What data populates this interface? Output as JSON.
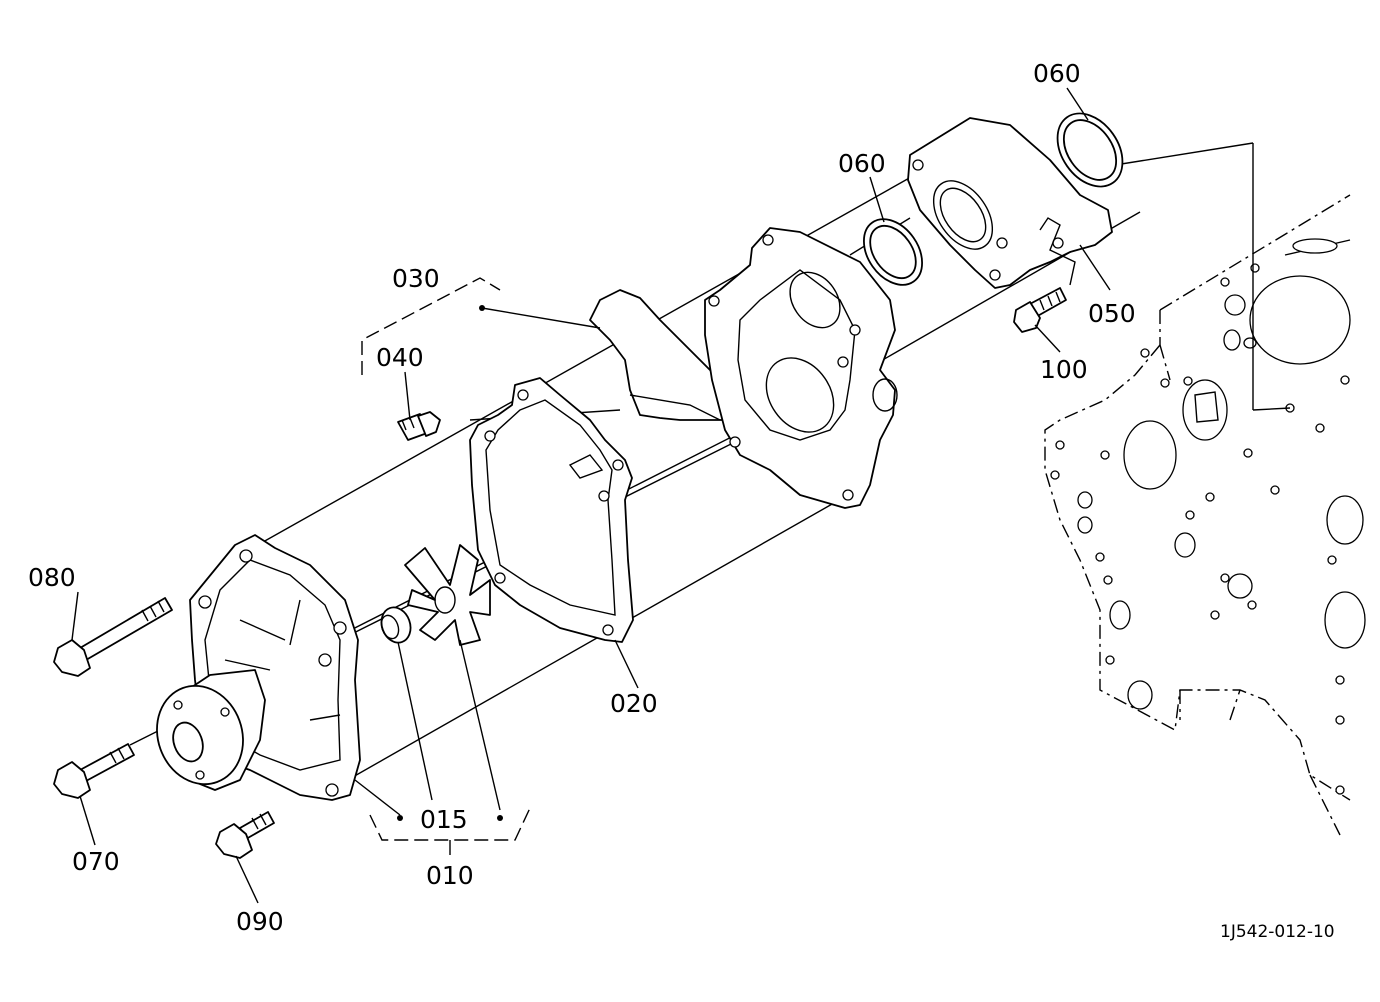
{
  "labels": {
    "p060a": "060",
    "p060b": "060",
    "p030": "030",
    "p040": "040",
    "p050": "050",
    "p100": "100",
    "p080": "080",
    "p020": "020",
    "p015": "015",
    "p010": "010",
    "p070": "070",
    "p090": "090"
  },
  "drawing_code": "1J542-012-10"
}
